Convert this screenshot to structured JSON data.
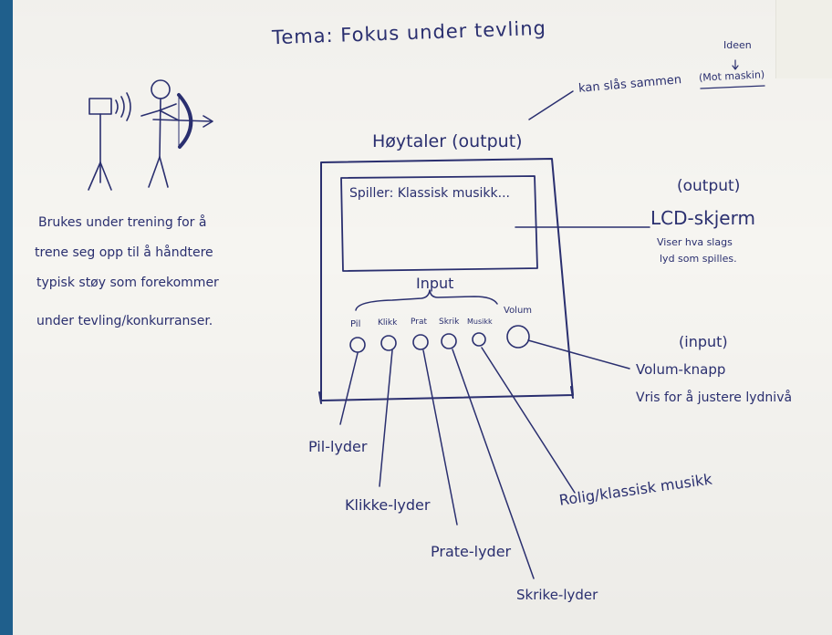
{
  "title": "Tema: Fokus under tevling",
  "idea_note": {
    "main": "kan slås sammen",
    "paren": "(Mot maskin)",
    "above": "Ideen"
  },
  "speaker": "Høytaler (output)",
  "screen_text": "Spiller: Klassisk musikk...",
  "lcd": {
    "tag": "(output)",
    "name": "LCD-skjerm",
    "desc1": "Viser hva slags",
    "desc2": "lyd som spilles."
  },
  "input_label": "Input",
  "buttons": [
    "Pil",
    "Klikk",
    "Prat",
    "Skrik",
    "Musikk"
  ],
  "volume_label": "Volum",
  "knob": {
    "tag": "(input)",
    "name": "Volum-knapp",
    "desc": "Vris for å justere lydnivå"
  },
  "description": [
    "Brukes under trening for å",
    "trene seg opp til å håndtere",
    "typisk støy som forekommer",
    "under tevling/konkurranser."
  ],
  "sounds": {
    "pil": "Pil-lyder",
    "klikk": "Klikke-lyder",
    "prat": "Prate-lyder",
    "skrik": "Skrike-lyder",
    "musikk": "Rolig/klassisk musikk"
  }
}
